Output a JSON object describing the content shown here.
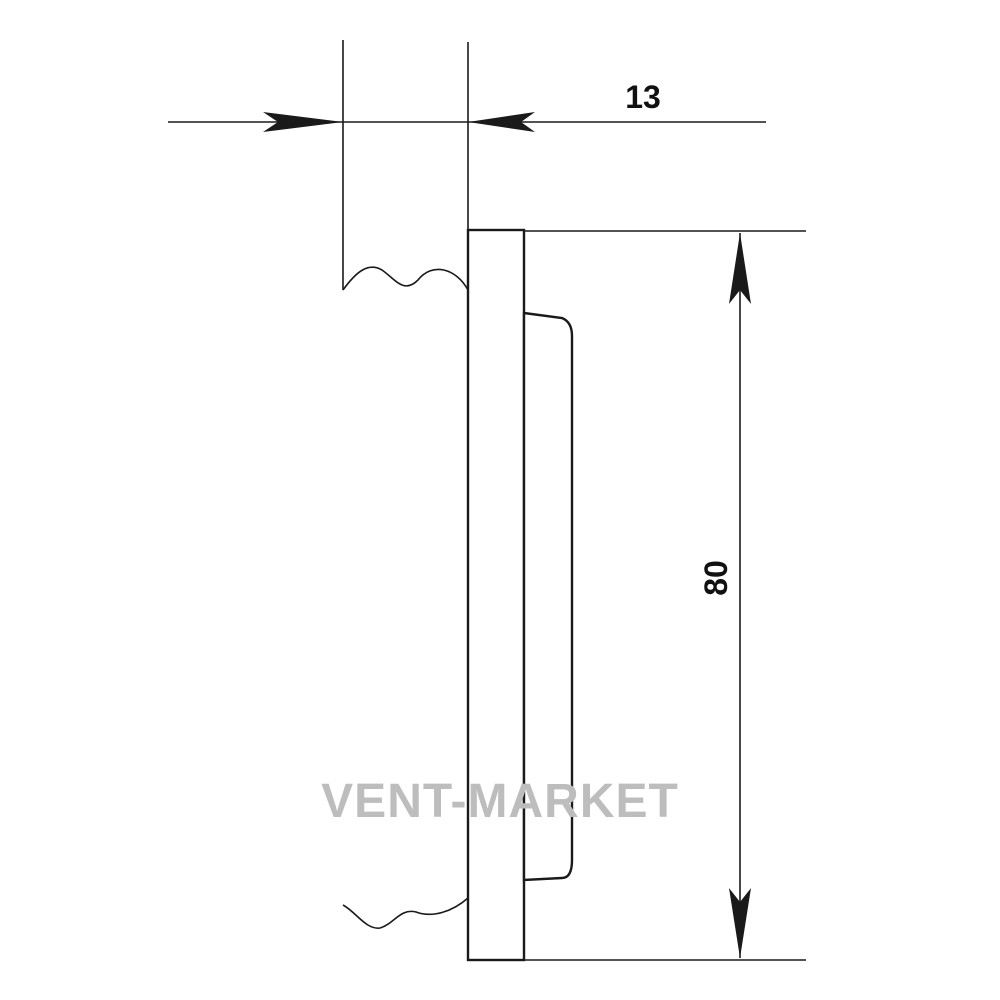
{
  "dimensions": {
    "depth_label": "13",
    "height_label": "80"
  },
  "watermark": {
    "text": "VENT-MARKET"
  },
  "colors": {
    "line": "#1a1a1a",
    "watermark": "#bdbdbd",
    "background": "#ffffff"
  }
}
